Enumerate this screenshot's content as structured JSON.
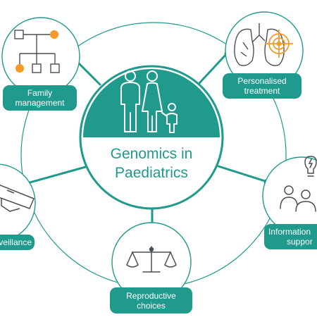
{
  "colors": {
    "teal": "#1f9a8c",
    "orange": "#f39a2b",
    "icon_stroke": "#4a4f55",
    "background": "#ffffff"
  },
  "center": {
    "title_line1": "Genomics in",
    "title_line2": "Paediatrics",
    "icon": "family-icon"
  },
  "nodes": [
    {
      "id": "family",
      "icon": "family-tree-icon",
      "label_line1": "Family",
      "label_line2": "management"
    },
    {
      "id": "treatment",
      "icon": "lungs-target-icon",
      "label_line1": "Personalised",
      "label_line2": "treatment"
    },
    {
      "id": "surveillance",
      "icon": "cctv-camera-icon",
      "label_line1": "veillance",
      "label_line2": ""
    },
    {
      "id": "information",
      "icon": "people-lightbulb-icon",
      "label_line1": "Information",
      "label_line2": "suppor"
    },
    {
      "id": "reproductive",
      "icon": "balance-scale-icon",
      "label_line1": "Reproductive",
      "label_line2": "choices"
    }
  ]
}
